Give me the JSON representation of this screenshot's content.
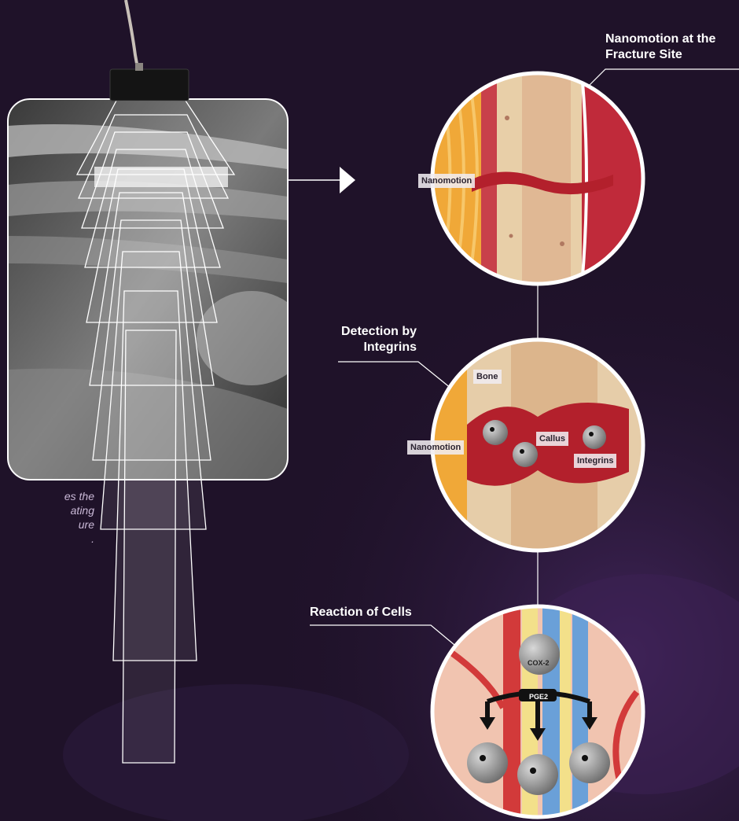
{
  "headings": {
    "nanomotion_site_line1": "Nanomotion at the",
    "nanomotion_site_line2": "Fracture Site",
    "detection_line1": "Detection by",
    "detection_line2": "Integrins",
    "reaction": "Reaction of Cells"
  },
  "labels": {
    "nanomotion_top": "Nanomotion",
    "bone": "Bone",
    "nanomotion_mid": "Nanomotion",
    "callus": "Callus",
    "integrins": "Integrins",
    "cox2": "COX-2",
    "pge2": "PGE2"
  },
  "caption": {
    "line1": "es the",
    "line2": "ating",
    "line3": "ure",
    "line4": "."
  },
  "colors": {
    "background": "#1f1229",
    "bone_tissue": "#e8cfa8",
    "fracture_red": "#b3202c",
    "muscle_orange": "#f0a838",
    "heading_text": "#ffffff"
  }
}
